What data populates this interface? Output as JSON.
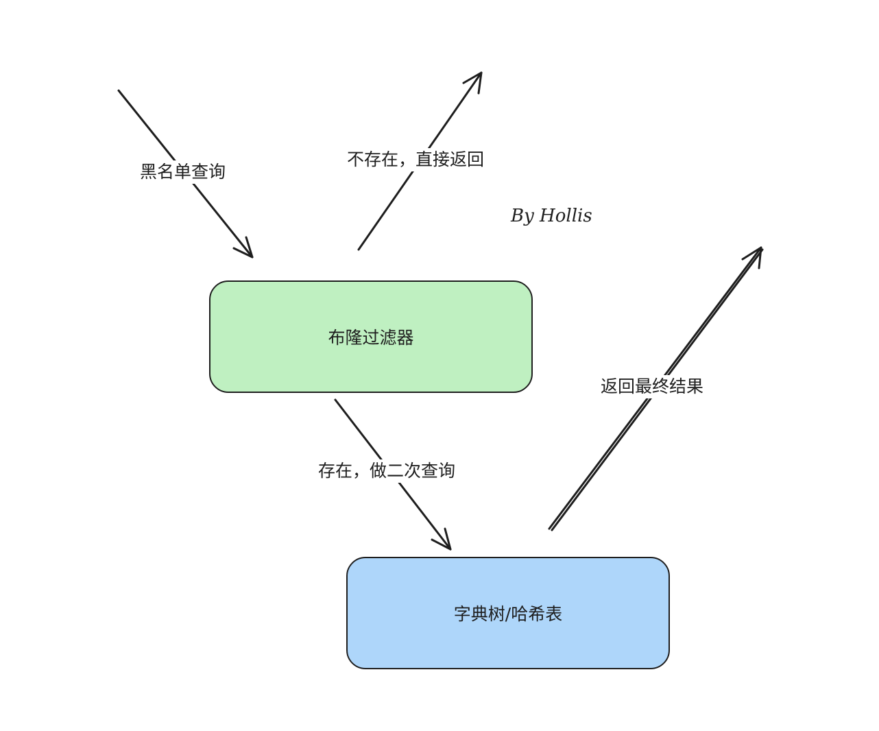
{
  "nodes": {
    "bloom_filter": {
      "label": "布隆过滤器",
      "fill": "#bff0c1"
    },
    "trie_hash": {
      "label": "字典树/哈希表",
      "fill": "#aed6fa"
    }
  },
  "edges": {
    "blacklist_query": "黑名单查询",
    "not_exist_return": "不存在，直接返回",
    "exist_second_query": "存在，做二次查询",
    "return_final": "返回最终结果"
  },
  "author": "By Hollis",
  "colors": {
    "stroke": "#1e1e1e",
    "background": "#ffffff"
  }
}
